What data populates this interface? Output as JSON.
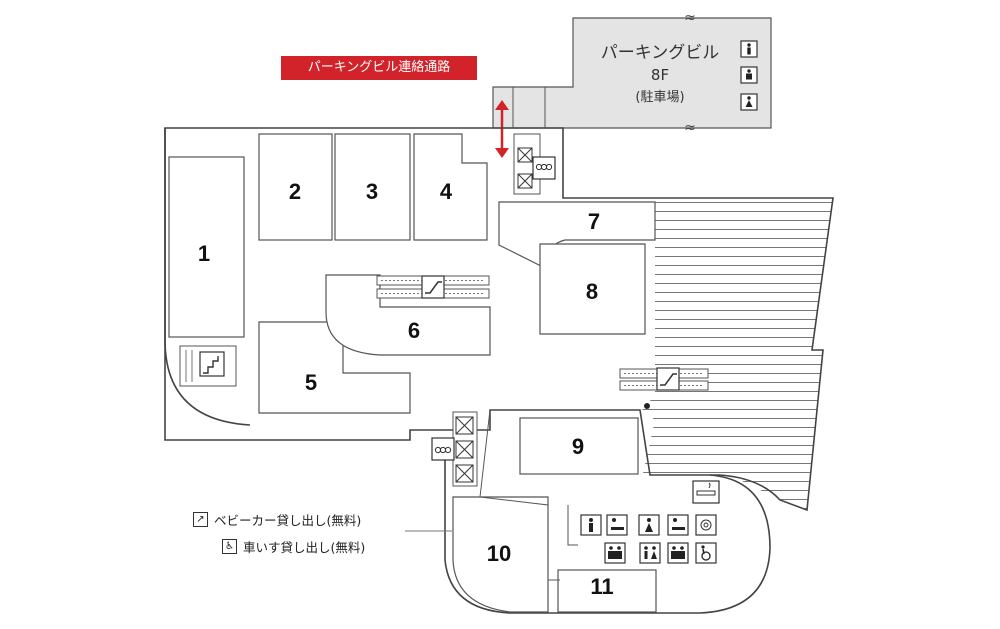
{
  "connector_banner": "パーキングビル連絡通路",
  "parking": {
    "name": "パーキングビル",
    "floor": "8F",
    "note": "(駐車場)"
  },
  "stores": [
    {
      "id": "1"
    },
    {
      "id": "2"
    },
    {
      "id": "3"
    },
    {
      "id": "4"
    },
    {
      "id": "5"
    },
    {
      "id": "6"
    },
    {
      "id": "7"
    },
    {
      "id": "8"
    },
    {
      "id": "9"
    },
    {
      "id": "10"
    },
    {
      "id": "11"
    }
  ],
  "legend": {
    "stroller": "ベビーカー貸し出し(無料)",
    "wheelchair": "車いす貸し出し(無料)"
  },
  "colors": {
    "accent_red": "#d2232a",
    "parking_fill": "#e6e6e6",
    "outline": "#444444"
  },
  "icons": [
    "toilet-male-icon",
    "toilet-female-icon",
    "nursing-room-icon",
    "baby-care-icon",
    "accessible-toilet-icon",
    "elevator-icon",
    "escalator-icon",
    "stairs-icon",
    "smoking-area-icon",
    "ostomate-icon",
    "stroller-icon",
    "wheelchair-icon"
  ]
}
